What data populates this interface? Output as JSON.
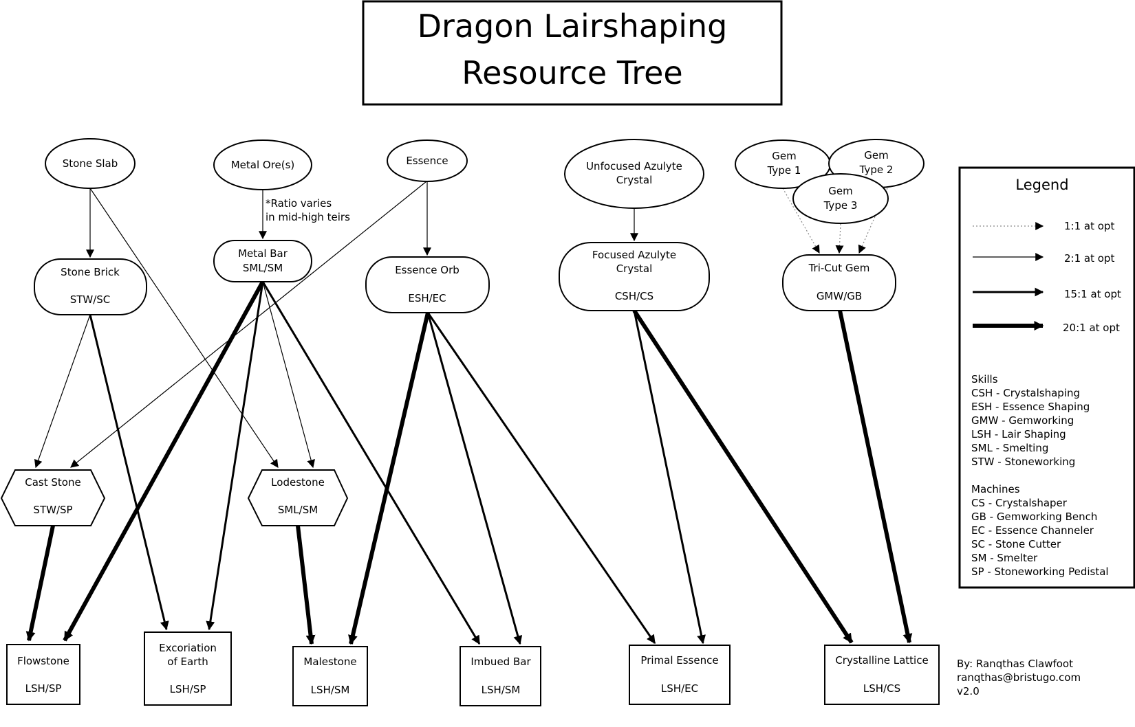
{
  "title": {
    "line1": "Dragon Lairshaping",
    "line2": "Resource Tree"
  },
  "nodes": {
    "stone_slab": {
      "line1": "Stone Slab"
    },
    "metal_ore": {
      "line1": "Metal Ore(s)"
    },
    "essence": {
      "line1": "Essence"
    },
    "unfocused_azulyte": {
      "line1": "Unfocused Azulyte",
      "line2": "Crystal"
    },
    "gem1": {
      "line1": "Gem",
      "line2": "Type 1"
    },
    "gem2": {
      "line1": "Gem",
      "line2": "Type 2"
    },
    "gem3": {
      "line1": "Gem",
      "line2": "Type 3"
    },
    "stone_brick": {
      "line1": "Stone Brick",
      "code": "STW/SC"
    },
    "metal_bar": {
      "line1": "Metal Bar",
      "code": "SML/SM"
    },
    "essence_orb": {
      "line1": "Essence Orb",
      "code": "ESH/EC"
    },
    "focused_azulyte": {
      "line1": "Focused Azulyte",
      "line2": "Crystal",
      "code": "CSH/CS"
    },
    "tricut_gem": {
      "line1": "Tri-Cut Gem",
      "code": "GMW/GB"
    },
    "cast_stone": {
      "line1": "Cast Stone",
      "code": "STW/SP"
    },
    "lodestone": {
      "line1": "Lodestone",
      "code": "SML/SM"
    },
    "flowstone": {
      "line1": "Flowstone",
      "code": "LSH/SP"
    },
    "excoriation": {
      "line1": "Excoriation",
      "line2": "of Earth",
      "code": "LSH/SP"
    },
    "malestone": {
      "line1": "Malestone",
      "code": "LSH/SM"
    },
    "imbued_bar": {
      "line1": "Imbued Bar",
      "code": "LSH/SM"
    },
    "primal_essence": {
      "line1": "Primal Essence",
      "code": "LSH/EC"
    },
    "crystalline_lattice": {
      "line1": "Crystalline Lattice",
      "code": "LSH/CS"
    }
  },
  "ratio_note": {
    "line1": "*Ratio varies",
    "line2": "in mid-high teirs"
  },
  "legend": {
    "title": "Legend",
    "ratios": [
      "1:1 at opt",
      "2:1 at opt",
      "15:1 at opt",
      "20:1 at opt"
    ],
    "skills_header": "Skills",
    "skills": [
      "CSH - Crystalshaping",
      "ESH - Essence Shaping",
      "GMW - Gemworking",
      "LSH - Lair Shaping",
      "SML - Smelting",
      "STW - Stoneworking"
    ],
    "machines_header": "Machines",
    "machines": [
      "CS - Crystalshaper",
      "GB - Gemworking Bench",
      "EC - Essence Channeler",
      "SC - Stone Cutter",
      "SM - Smelter",
      "SP - Stoneworking Pedistal"
    ]
  },
  "credits": {
    "author": "By: Ranqthas Clawfoot",
    "email": "ranqthas@bristugo.com",
    "version": "v2.0"
  }
}
